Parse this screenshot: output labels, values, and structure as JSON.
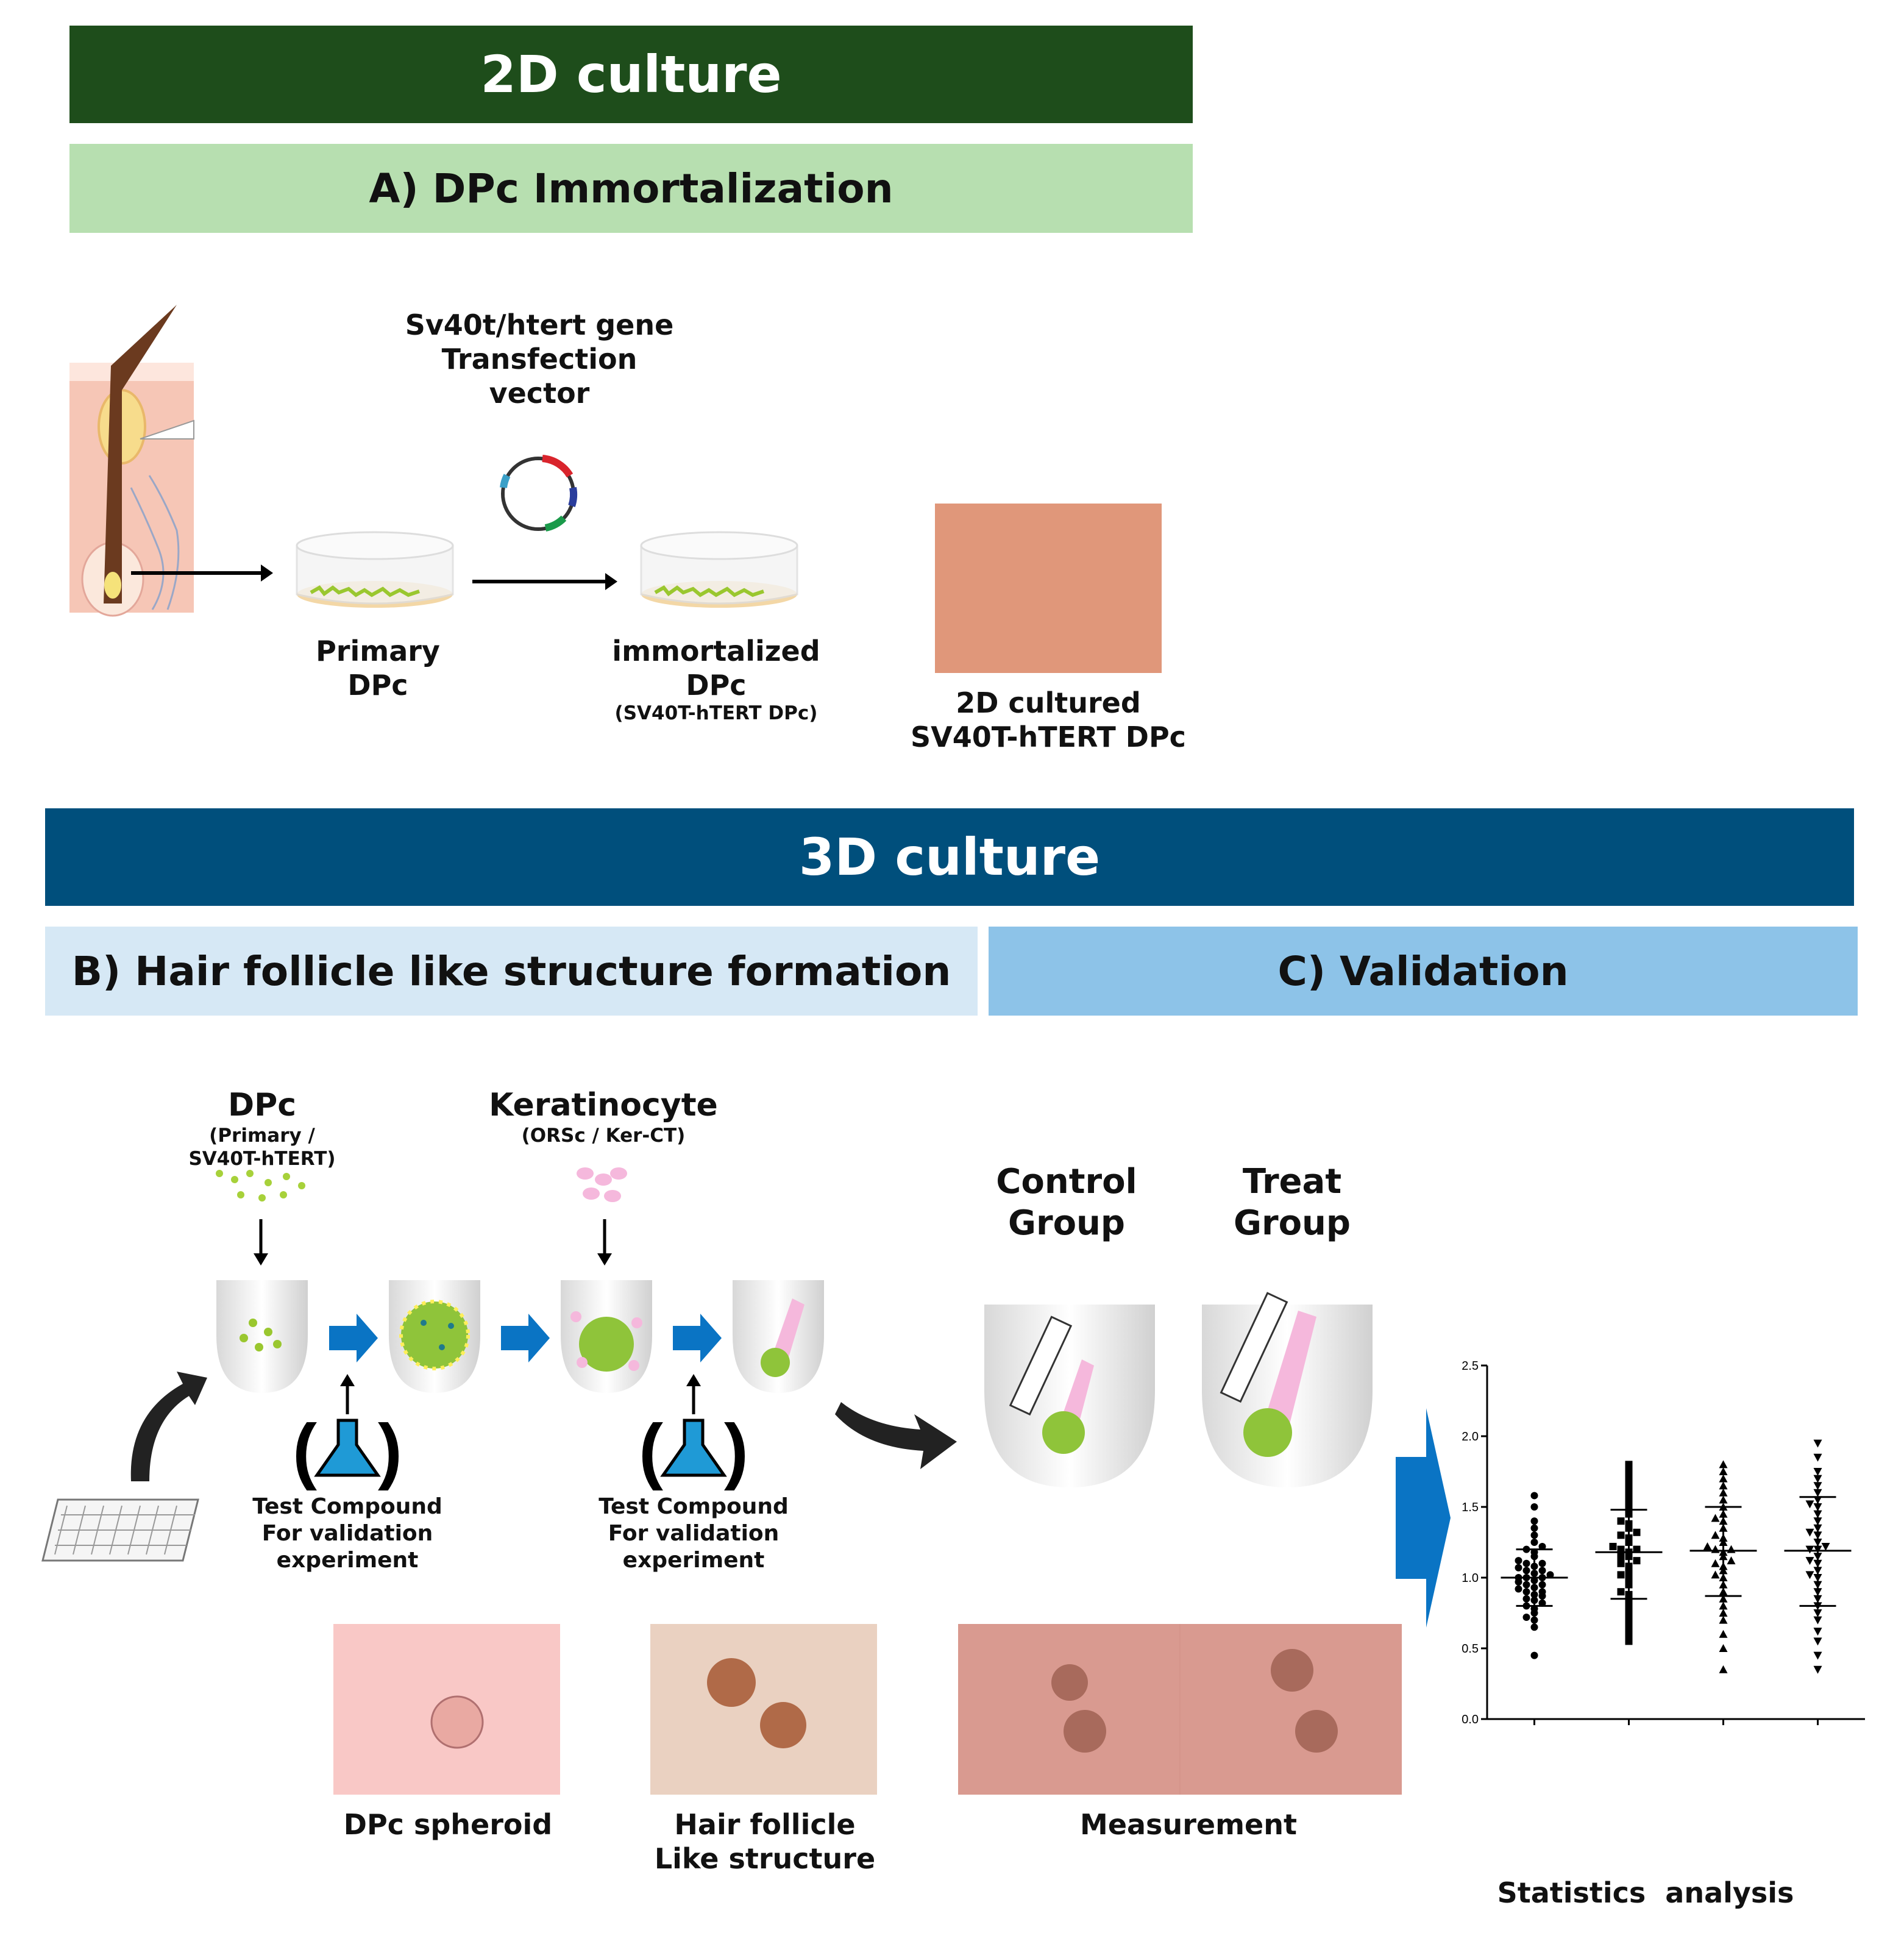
{
  "sections": {
    "culture_2d": {
      "title": "2D culture",
      "color": "#1e4d1b"
    },
    "immortalization": {
      "title": "A) DPc Immortalization",
      "color": "#b7dfb0"
    },
    "culture_3d": {
      "title": "3D culture",
      "color": "#004f7c"
    },
    "hair_follicle": {
      "title": "B) Hair follicle like structure formation",
      "color": "#d6e8f5"
    },
    "validation": {
      "title": "C) Validation",
      "color": "#8dc3e8"
    }
  },
  "panel_a": {
    "transfection": [
      "Sv40t/htert gene",
      "Transfection",
      "vector"
    ],
    "primary": [
      "Primary",
      "DPc"
    ],
    "immortalized": [
      "immortalized",
      "DPc"
    ],
    "immortalized_sub": "(SV40T-hTERT DPc)",
    "cultured": [
      "2D cultured",
      "SV40T-hTERT DPc"
    ]
  },
  "panel_b": {
    "dpc_title": "DPc",
    "dpc_sub": "(Primary / SV40T-hTERT)",
    "kera_title": "Keratinocyte",
    "kera_sub": "(ORSc / Ker-CT)",
    "test_compound": [
      "Test Compound",
      "For validation",
      "experiment"
    ],
    "spheroid_caption": "DPc spheroid",
    "follicle_caption": [
      "Hair follicle",
      "Like structure"
    ]
  },
  "panel_c": {
    "control": [
      "Control",
      "Group"
    ],
    "treat": [
      "Treat",
      "Group"
    ],
    "measurement_caption": "Measurement",
    "statistics_caption": "Statistics  analysis"
  },
  "chart_data": {
    "type": "scatter",
    "title": "",
    "xlabel": "",
    "ylabel": "",
    "ylim": [
      0,
      2.5
    ],
    "yticks": [
      "0.0",
      "0.5",
      "1.0",
      "1.5",
      "2.0",
      "2.5"
    ],
    "series": [
      {
        "marker": "circle",
        "mean": 1.0,
        "sd_low": 0.8,
        "sd_high": 1.2,
        "values": [
          0.45,
          0.65,
          0.7,
          0.72,
          0.75,
          0.78,
          0.8,
          0.82,
          0.84,
          0.85,
          0.87,
          0.88,
          0.9,
          0.9,
          0.92,
          0.93,
          0.95,
          0.95,
          0.97,
          0.98,
          1.0,
          1.0,
          1.0,
          1.02,
          1.03,
          1.05,
          1.05,
          1.07,
          1.08,
          1.1,
          1.1,
          1.12,
          1.15,
          1.18,
          1.2,
          1.22,
          1.25,
          1.3,
          1.35,
          1.4,
          1.5,
          1.58
        ]
      },
      {
        "marker": "square",
        "mean": 1.18,
        "sd_low": 0.85,
        "sd_high": 1.48,
        "values": [
          0.55,
          0.6,
          0.65,
          0.7,
          0.75,
          0.8,
          0.85,
          0.88,
          0.9,
          0.95,
          1.0,
          1.02,
          1.05,
          1.08,
          1.1,
          1.12,
          1.15,
          1.15,
          1.18,
          1.2,
          1.2,
          1.22,
          1.25,
          1.28,
          1.3,
          1.32,
          1.35,
          1.38,
          1.4,
          1.45,
          1.5,
          1.55,
          1.6,
          1.65,
          1.7,
          1.75,
          1.8
        ]
      },
      {
        "marker": "triangle",
        "mean": 1.19,
        "sd_low": 0.87,
        "sd_high": 1.5,
        "values": [
          0.35,
          0.5,
          0.6,
          0.7,
          0.75,
          0.8,
          0.85,
          0.9,
          0.95,
          1.0,
          1.02,
          1.05,
          1.08,
          1.1,
          1.12,
          1.15,
          1.18,
          1.2,
          1.2,
          1.22,
          1.25,
          1.28,
          1.3,
          1.35,
          1.4,
          1.42,
          1.45,
          1.5,
          1.55,
          1.6,
          1.65,
          1.7,
          1.75,
          1.8
        ]
      },
      {
        "marker": "triangle-down",
        "mean": 1.19,
        "sd_low": 0.8,
        "sd_high": 1.57,
        "values": [
          0.35,
          0.45,
          0.55,
          0.62,
          0.7,
          0.75,
          0.8,
          0.85,
          0.9,
          0.95,
          1.0,
          1.02,
          1.05,
          1.1,
          1.12,
          1.15,
          1.2,
          1.2,
          1.22,
          1.25,
          1.3,
          1.32,
          1.35,
          1.4,
          1.45,
          1.5,
          1.52,
          1.55,
          1.6,
          1.65,
          1.7,
          1.75,
          1.85,
          1.95
        ]
      }
    ]
  }
}
